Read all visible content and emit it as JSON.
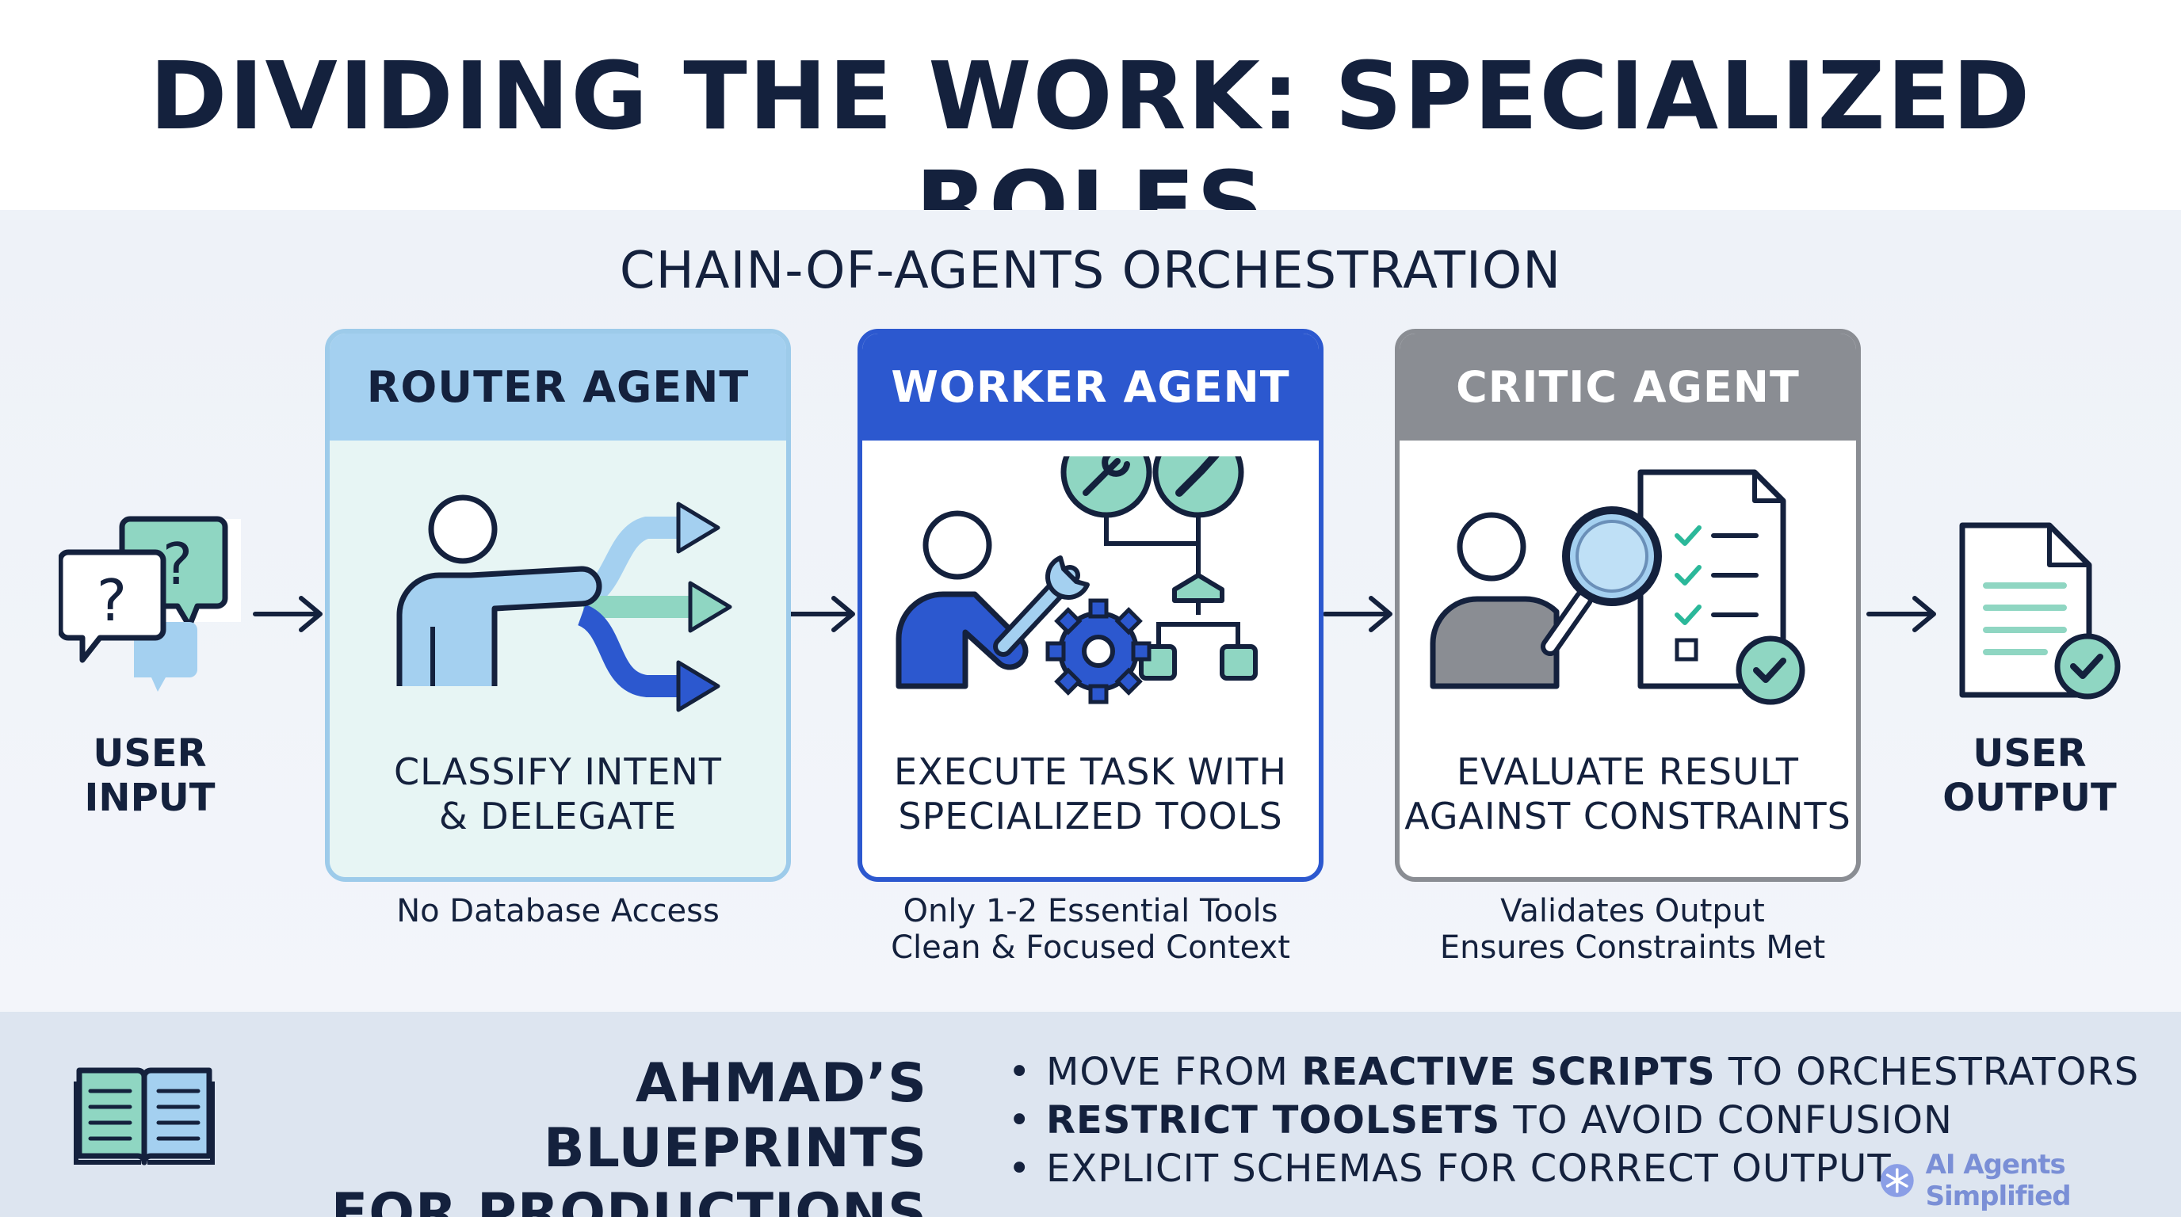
{
  "title": "DIVIDING THE WORK: SPECIALIZED ROLES",
  "subtitle": "CHAIN-OF-AGENTS ORCHESTRATION",
  "input_node": {
    "label_line1": "USER",
    "label_line2": "INPUT",
    "icon": "question-chat-icon"
  },
  "output_node": {
    "label_line1": "USER",
    "label_line2": "OUTPUT",
    "icon": "document-check-icon"
  },
  "cards": [
    {
      "id": "router",
      "title": "ROUTER AGENT",
      "caption_line1": "CLASSIFY INTENT",
      "caption_line2": "& DELEGATE",
      "note_line1": "No Database Access",
      "note_line2": "",
      "icon": "person-pointing-arrows-icon",
      "header_color": "#a4d0f0"
    },
    {
      "id": "worker",
      "title": "WORKER AGENT",
      "caption_line1": "EXECUTE TASK WITH",
      "caption_line2": "SPECIALIZED TOOLS",
      "note_line1": "Only 1-2 Essential Tools",
      "note_line2": "Clean & Focused Context",
      "icon": "person-wrench-gear-icon",
      "header_color": "#2c58cf"
    },
    {
      "id": "critic",
      "title": "CRITIC AGENT",
      "caption_line1": "EVALUATE RESULT",
      "caption_line2": "AGAINST CONSTRAINTS",
      "note_line1": "Validates Output",
      "note_line2": "Ensures Constraints Met",
      "icon": "person-magnifier-checklist-icon",
      "header_color": "#8a8d93"
    }
  ],
  "footer": {
    "heading_line1": "AHMAD’S BLUEPRINTS",
    "heading_line2": "FOR PRODUCTIONS",
    "bullets": [
      {
        "pre": "MOVE FROM ",
        "bold": "REACTIVE SCRIPTS",
        "post": " TO ORCHESTRATORS"
      },
      {
        "pre": "",
        "bold": "RESTRICT TOOLSETS",
        "post": " TO AVOID CONFUSION"
      },
      {
        "pre": "EXPLICIT SCHEMAS FOR CORRECT OUTPUT",
        "bold": "",
        "post": ""
      }
    ],
    "bullet_char": "•",
    "icon": "open-book-icon"
  },
  "brand": {
    "text": "AI Agents Simplified",
    "icon": "snowflake-logo-icon"
  },
  "colors": {
    "navy": "#14213d",
    "blue": "#2c58cf",
    "light_blue": "#a4d0f0",
    "teal": "#8fd6c2",
    "gray": "#8a8d93"
  }
}
